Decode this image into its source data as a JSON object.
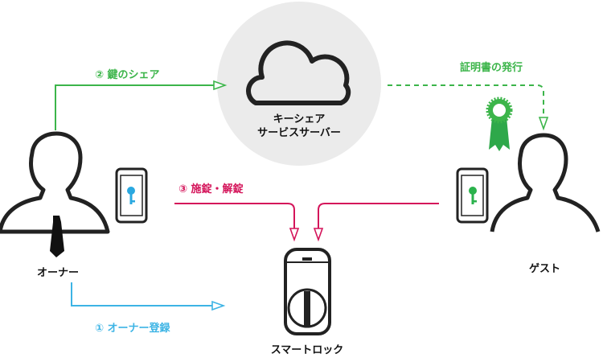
{
  "colors": {
    "share": "#3cb54a",
    "cert": "#3cb54a",
    "lock": "#d4145a",
    "register": "#3db4e5",
    "cloud_bg": "#ebebeb",
    "figure": "#222222",
    "tie": "#111111",
    "key_owner": "#2aa8e0",
    "key_guest": "#2bb24c"
  },
  "nodes": {
    "server_line1": "キーシェア",
    "server_line2": "サービスサーバー",
    "owner": "オーナー",
    "guest": "ゲスト",
    "lock": "スマートロック"
  },
  "flows": {
    "share": "② 鍵のシェア",
    "cert": "証明書の発行",
    "lock": "③ 施錠・解錠",
    "register": "① オーナー登録"
  },
  "icons": {
    "cloud": "cloud-icon",
    "certificate": "award-ribbon-icon",
    "owner_phone": "smartphone-key-icon",
    "guest_phone": "smartphone-key-icon",
    "lock": "smart-lock-icon"
  }
}
